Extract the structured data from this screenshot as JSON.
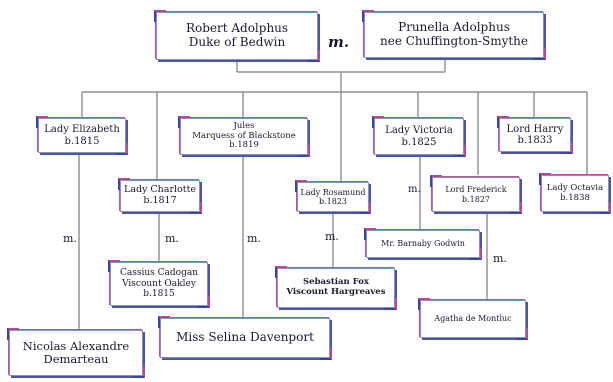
{
  "people": {
    "robert": {
      "line1": "Robert Adolphus",
      "line2": "Duke of Bedwin"
    },
    "prunella": {
      "line1": "Prunella Adolphus",
      "line2": "nee Chuffington-Smythe"
    },
    "elizabeth": {
      "line1": "Lady Elizabeth",
      "line2": "b.1815"
    },
    "jules": {
      "line1": "Jules",
      "line2": "Marquess of Blackstone",
      "line3": "b.1819"
    },
    "victoria": {
      "line1": "Lady Victoria",
      "line2": "b.1825"
    },
    "harry": {
      "line1": "Lord Harry",
      "line2": "b.1833"
    },
    "charlotte": {
      "line1": "Lady Charlotte",
      "line2": "b.1817"
    },
    "rosamund": {
      "line1": "Lady Rosamund",
      "line2": "b.1823"
    },
    "frederick": {
      "line1": "Lord Frederick",
      "line2": "b.1827"
    },
    "octavia": {
      "line1": "Lady Octavia",
      "line2": "b.1838"
    },
    "cassius": {
      "line1": "Cassius Cadogan",
      "line2": "Viscount Oakley",
      "line3": "b.1815"
    },
    "godwin": {
      "line1": "Mr. Barnaby Godwin"
    },
    "sebastian": {
      "line1": "Sebastian Fox",
      "line2": "Viscount Hargreaves"
    },
    "agatha": {
      "line1": "Agatha de Montluc"
    },
    "selina": {
      "line1": "Miss Selina Davenport"
    },
    "nicolas": {
      "line1": "Nicolas Alexandre",
      "line2": "Demarteau"
    }
  },
  "marriage_label": "m.",
  "colors": {
    "line": "#8f8f8f",
    "frame_blue": "#3a45a0",
    "frame_pink": "#b24a94"
  }
}
